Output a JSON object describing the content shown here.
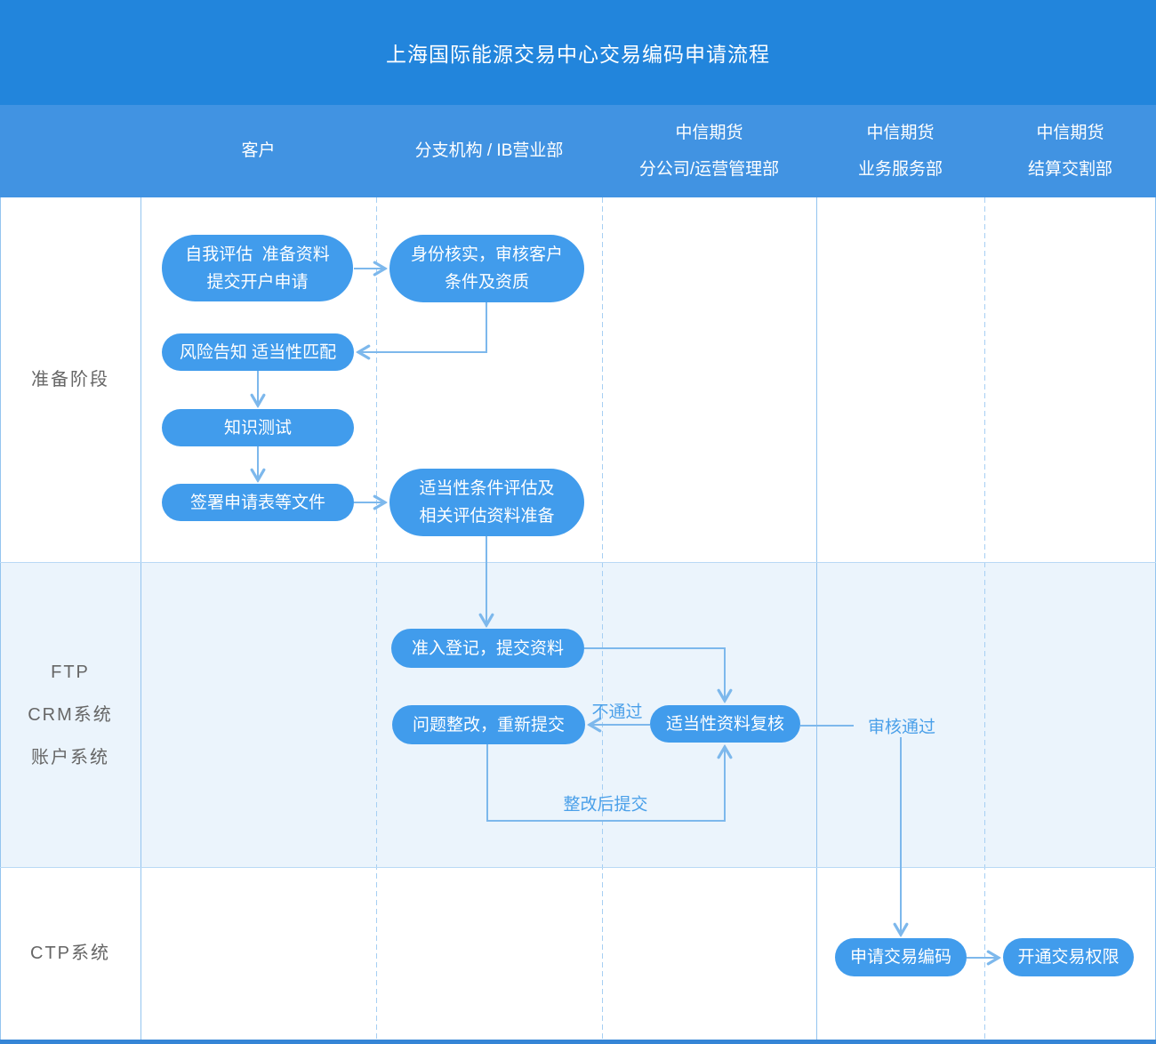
{
  "title": "上海国际能源交易中心交易编码申请流程",
  "columns": [
    {
      "id": "customer",
      "lines": [
        "客户"
      ]
    },
    {
      "id": "branch-ib",
      "lines": [
        "分支机构 / IB营业部"
      ]
    },
    {
      "id": "citic-branch-ops",
      "lines": [
        "中信期货",
        "分公司/运营管理部"
      ]
    },
    {
      "id": "citic-service",
      "lines": [
        "中信期货",
        "业务服务部"
      ]
    },
    {
      "id": "citic-settlement",
      "lines": [
        "中信期货",
        "结算交割部"
      ]
    }
  ],
  "rows": [
    {
      "id": "prepare-stage",
      "lines": [
        "准备阶段"
      ]
    },
    {
      "id": "ftp-crm",
      "lines": [
        "FTP",
        "CRM系统",
        "账户系统"
      ]
    },
    {
      "id": "ctp",
      "lines": [
        "CTP系统"
      ]
    }
  ],
  "nodes": {
    "self_assess": {
      "lines": [
        "自我评估  准备资料",
        "提交开户申请"
      ]
    },
    "identity_verify": {
      "lines": [
        "身份核实，审核客户",
        "条件及资质"
      ]
    },
    "risk_notice": {
      "lines": [
        "风险告知 适当性匹配"
      ]
    },
    "knowledge_test": {
      "lines": [
        "知识测试"
      ]
    },
    "sign_forms": {
      "lines": [
        "签署申请表等文件"
      ]
    },
    "suitability_assess": {
      "lines": [
        "适当性条件评估及",
        "相关评估资料准备"
      ]
    },
    "register_submit": {
      "lines": [
        "准入登记，提交资料"
      ]
    },
    "material_review": {
      "lines": [
        "适当性资料复核"
      ]
    },
    "rectify_resubmit": {
      "lines": [
        "问题整改，重新提交"
      ]
    },
    "apply_code": {
      "lines": [
        "申请交易编码"
      ]
    },
    "open_permission": {
      "lines": [
        "开通交易权限"
      ]
    }
  },
  "edge_labels": {
    "fail": "不通过",
    "resubmit": "整改后提交",
    "pass": "审核通过"
  },
  "colors": {
    "title_bar": "#2285DC",
    "header_bar": "#4193E2",
    "node_fill": "#419CEC",
    "node_text": "#FFFFFF",
    "alt_section_bg": "#EBF4FC",
    "connector": "#7DB8EC",
    "edge_label_text": "#4BA0E9",
    "row_label_text": "#666666",
    "grid_line": "#A6CFF3",
    "footer_bar": "#3585D6"
  }
}
